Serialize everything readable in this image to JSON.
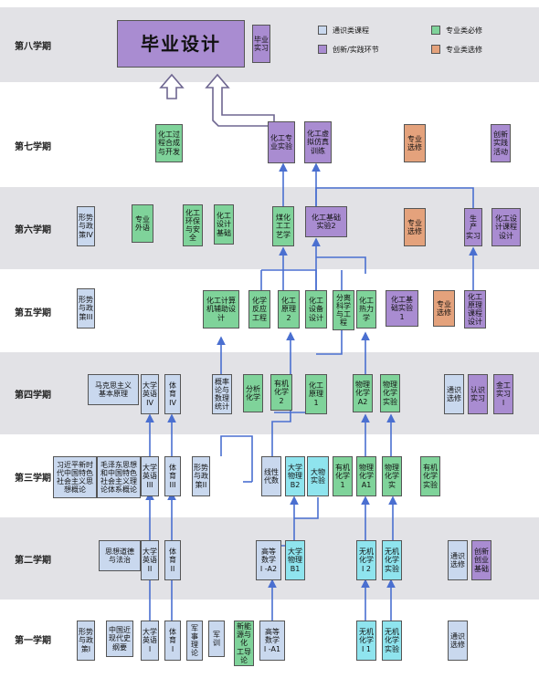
{
  "semesters": [
    "第八学期",
    "第七学期",
    "第六学期",
    "第五学期",
    "第四学期",
    "第三学期",
    "第二学期",
    "第一学期"
  ],
  "legend": [
    {
      "label": "通识类课程",
      "color": "#c9d8ee"
    },
    {
      "label": "专业类必修",
      "color": "#7fd39a"
    },
    {
      "label": "创新/实践环节",
      "color": "#a98cd1"
    },
    {
      "label": "专业类选修",
      "color": "#e4a27c"
    }
  ],
  "courses": {
    "s8_thesis": "毕业设计",
    "s8_intern": "毕业\n实习",
    "s7_synth": "化工过\n程合成\n与开发",
    "s7_exp": "化工专\n业实验",
    "s7_sim": "化工虚\n拟仿真\n训练",
    "s7_elec": "专业\n选修",
    "s7_innov": "创新\n实践\n活动",
    "s6_policy": "形势\n与政\n策IV",
    "s6_eng": "专业\n外语",
    "s6_env": "化工\n环保\n与安\n全",
    "s6_design": "化工\n设计\n基础",
    "s6_coal": "煤化\n工工\n艺学",
    "s6_basicexp2": "化工基础\n实验2",
    "s6_elec": "专业\n选修",
    "s6_practice": "生\n产\n实习",
    "s6_principle": "化工设\n计课程\n设计",
    "s5_policy": "形势\n与政\n策III",
    "s5_cad": "化工计算\n机辅助设\n计",
    "s5_reaction": "化学\n反应\n工程",
    "s5_prin2": "化工\n原理\n2",
    "s5_equip": "化工\n设备\n设计",
    "s5_sep": "分离\n科学\n与工\n程",
    "s5_thermo": "化工\n热力\n学",
    "s5_basicexp1": "化工基\n础实验\n1",
    "s5_elec": "专业\n选修",
    "s5_course": "化工\n原理\n课程\n设计",
    "s4_marx": "马克思主义\n基本原理",
    "s4_en4": "大学\n英语\nIV",
    "s4_pe4": "体\n育\nIV",
    "s4_prob": "概率\n论与\n数理\n统计",
    "s4_anal": "分析\n化学",
    "s4_org2": "有机\n化学2",
    "s4_prin1": "化工\n原理\n1",
    "s4_phys2": "物理\n化学\nA2",
    "s4_physexp": "物理\n化学\n实验",
    "s4_gen": "通识\n选修",
    "s4_cog": "认识\n实习",
    "s4_metal": "金工\n实习\nI",
    "s3_xi": "习近平新时\n代中国特色\n社会主义思\n想概论",
    "s3_mao": "毛泽东思想\n和中国特色\n社会主义理\n论体系概论",
    "s3_en3": "大学\n英语\nIII",
    "s3_pe3": "体\n育\nIII",
    "s3_policy": "形势\n与政\n策II",
    "s3_linear": "线性\n代数",
    "s3_physics": "大学\n物理\nB2",
    "s3_physexp": "大物\n实验",
    "s3_org1": "有机\n化学1",
    "s3_phys1": "物理\n化学\nA1",
    "s3_physexp2": "物理\n化学\n实",
    "s3_orgexp": "有机\n化学\n实验",
    "s2_moral": "思想道德\n与法治",
    "s2_en2": "大学\n英语\nII",
    "s2_pe2": "体\n育\nII",
    "s2_math2": "高等\n数学\nI -A2",
    "s2_physics1": "大学\n物理\nB1",
    "s2_inorg2": "无机\n化学\nI 2",
    "s2_inorgexp": "无机\n化学\n实验",
    "s2_gen": "通识\n选修",
    "s2_innov": "创新\n创业\n基础",
    "s1_policy": "形势\n与政\n策I",
    "s1_history": "中国近\n现代史\n纲要",
    "s1_en1": "大学\n英语\nI",
    "s1_pe1": "体\n育\nI",
    "s1_mil": "军\n事理\n论",
    "s1_train": "军\n训",
    "s1_energy": "新能\n源与化\n工导\n论",
    "s1_math1": "高等\n数学\nI -A1",
    "s1_inorg1": "无机\n化学\nI 1",
    "s1_inorgexp": "无机\n化学\n实验",
    "s1_gen": "通识\n选修"
  }
}
